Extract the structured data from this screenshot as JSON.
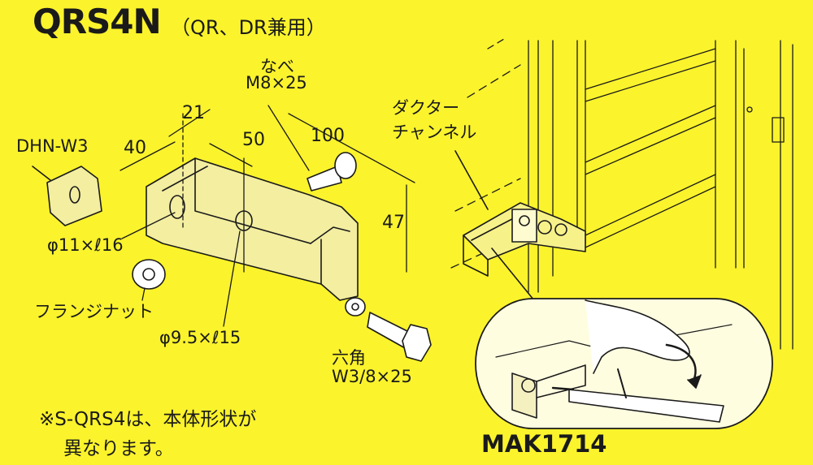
{
  "header": {
    "title": "QRS4N",
    "subtitle": "（QR、DR兼用）"
  },
  "labels": {
    "nabe": "なべ",
    "bolt_m8": "M8×25",
    "dhn": "DHN-W3",
    "hole_large": "φ11×ℓ16",
    "flange_nut": "フランジナット",
    "hole_small": "φ9.5×ℓ15",
    "hex_line1": "六角",
    "hex_line2": "W3/8×25",
    "duct_line1": "ダクター",
    "duct_line2": "チャンネル"
  },
  "dimensions": {
    "d21": "21",
    "d40": "40",
    "d50": "50",
    "d100": "100",
    "d47": "47"
  },
  "footer": {
    "note_line1": "※S-QRS4は、本体形状が",
    "note_line2": "異なります。",
    "code": "MAK1714"
  },
  "colors": {
    "background": "#fbf32c",
    "line": "#1a1a1a",
    "part_fill": "#f3eea0",
    "inset_fill": "#fffde0"
  }
}
